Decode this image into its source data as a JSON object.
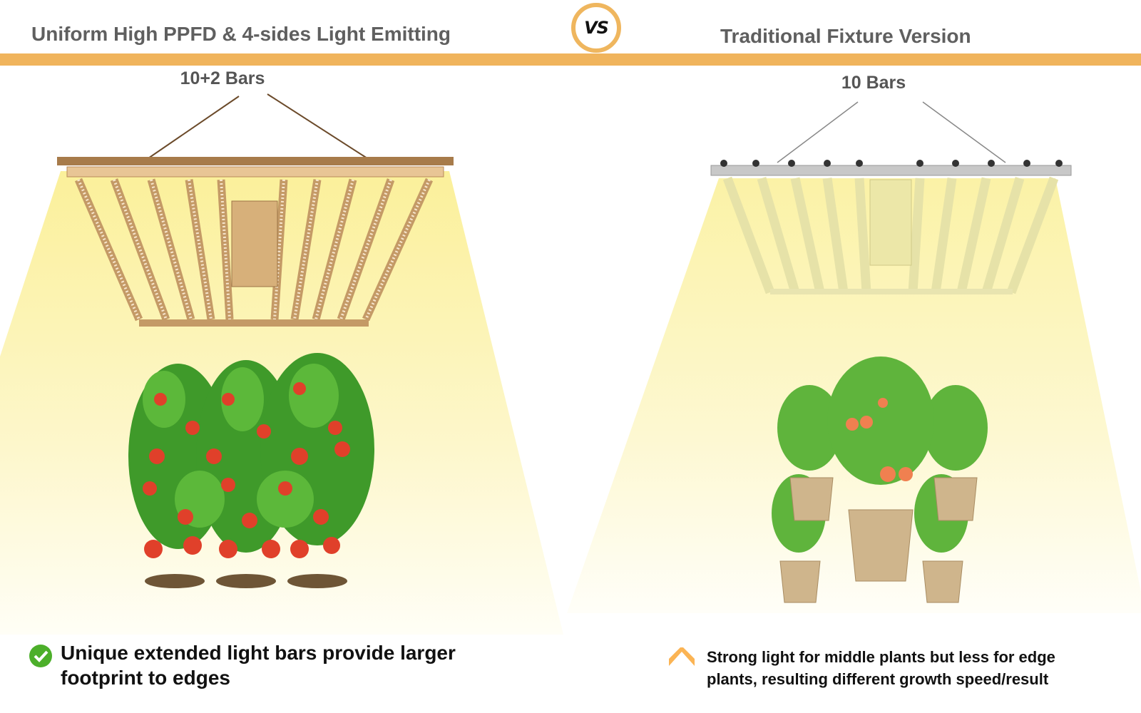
{
  "left": {
    "title": "Uniform High PPFD & 4-sides Light Emitting",
    "bars_label": "10+2 Bars",
    "note": "Unique extended light bars provide larger footprint to edges",
    "note_icon": "check-circle-icon"
  },
  "vs_label": "VS",
  "right": {
    "title": "Traditional Fixture Version",
    "bars_label": "10 Bars",
    "note": "Strong light for middle plants but less for edge plants, resulting different growth speed/result",
    "note_icon": "chevron-up-icon"
  },
  "colors": {
    "accent": "#f0b45c",
    "light": "#fbf3b0",
    "check": "#4caf2a"
  }
}
